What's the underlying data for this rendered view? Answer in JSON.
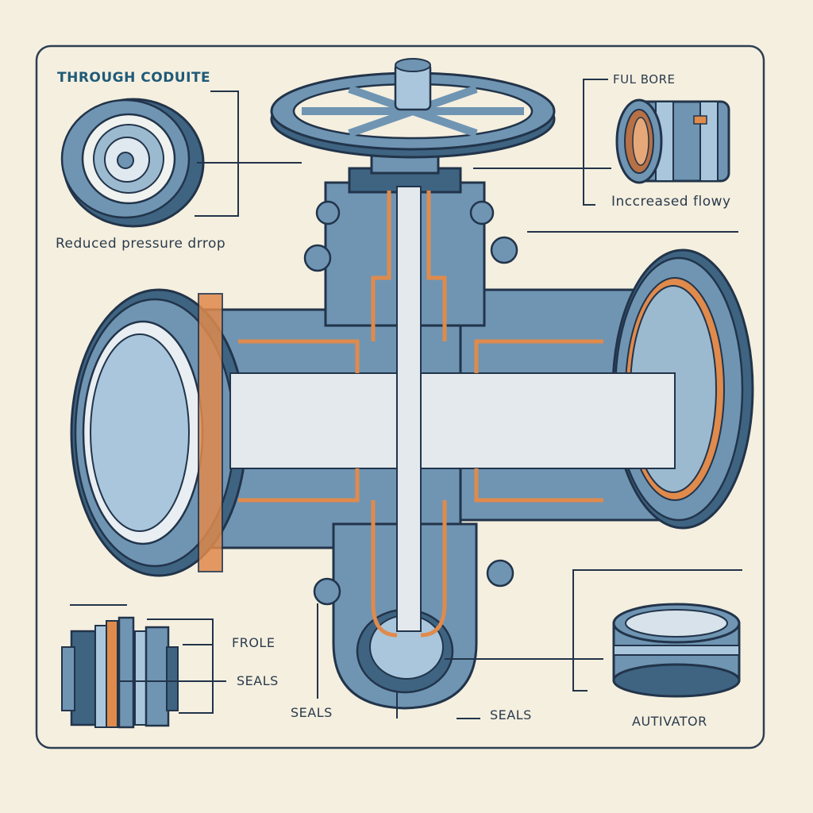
{
  "labels": {
    "through_conduit": "THROUGH CODUITE",
    "reduced_pressure": "Reduced pressure drrop",
    "full_bore": "FUL BORE",
    "increased_flow": "Inccreased flowy",
    "frole": "FROLE",
    "seals_left": "SEALS",
    "seals_bottom_left": "SEALS",
    "seals_bottom_right": "SEALS",
    "autivator": "AUTIVATOR"
  },
  "colors": {
    "background": "#f5efdf",
    "frame": "#2d3f52",
    "steel": "#6f95b3",
    "steel_light": "#a9c6dc",
    "steel_dark": "#3e6482",
    "seal": "#e08a4c",
    "bore": "#e3e9ec",
    "outline": "#22344a"
  },
  "icons": {
    "handwheel": "handwheel-icon",
    "pipe_ring": "pipe-ring-icon",
    "full_bore_sleeve": "sleeve-icon",
    "seal_stack": "seal-stack-icon",
    "actuator_ring": "actuator-ring-icon"
  }
}
